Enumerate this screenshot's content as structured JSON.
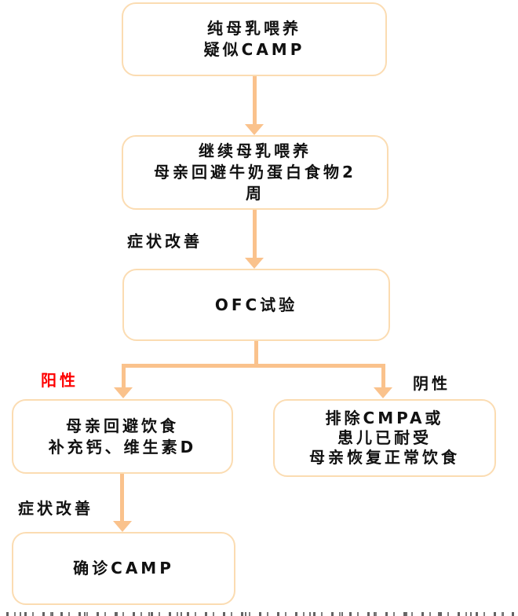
{
  "nodes": {
    "start": {
      "lines": [
        "纯母乳喂养",
        "疑似CAMP"
      ]
    },
    "elim": {
      "lines": [
        "继续母乳喂养",
        "母亲回避牛奶蛋白食物2",
        "周"
      ]
    },
    "ofc": {
      "lines": [
        "OFC试验"
      ]
    },
    "positive": {
      "lines": [
        "母亲回避饮食",
        "补充钙、维生素D"
      ]
    },
    "negative": {
      "lines": [
        "排除CMPA或",
        "患儿已耐受",
        "母亲恢复正常饮食"
      ]
    },
    "diagnosis": {
      "lines": [
        "确诊CAMP"
      ]
    }
  },
  "labels": {
    "improve_1": "症状改善",
    "positive_branch": "阳性",
    "negative_branch": "阴性",
    "improve_2": "症状改善"
  },
  "colors": {
    "box_border": "#fbdcb2",
    "arrow": "#fac28c",
    "positive_label": "#fe0000",
    "text": "#111111",
    "background": "#ffffff"
  }
}
